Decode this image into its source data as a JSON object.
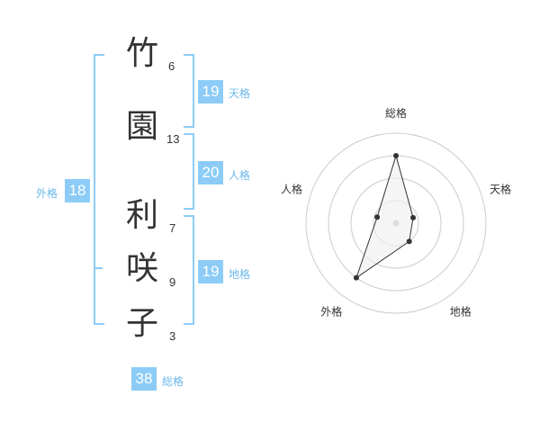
{
  "name_chars": [
    {
      "char": "竹",
      "strokes": "6"
    },
    {
      "char": "園",
      "strokes": "13"
    },
    {
      "char": "利",
      "strokes": "7"
    },
    {
      "char": "咲",
      "strokes": "9"
    },
    {
      "char": "子",
      "strokes": "3"
    }
  ],
  "kakusu": {
    "tenkaku": {
      "value": "19",
      "label": "天格"
    },
    "jinkaku": {
      "value": "20",
      "label": "人格"
    },
    "chikaku": {
      "value": "19",
      "label": "地格"
    },
    "gaikaku": {
      "value": "18",
      "label": "外格"
    },
    "soukaku": {
      "value": "38",
      "label": "総格"
    }
  },
  "radar": {
    "axes": [
      "総格",
      "天格",
      "地格",
      "外格",
      "人格"
    ],
    "values": [
      0.75,
      0.2,
      0.25,
      0.75,
      0.22
    ],
    "line_color": "#333333",
    "fill_color": "#eeeeee",
    "center_color": "#dddddd"
  },
  "colors": {
    "accent": "#8cccf7",
    "label": "#6cb8ea"
  }
}
